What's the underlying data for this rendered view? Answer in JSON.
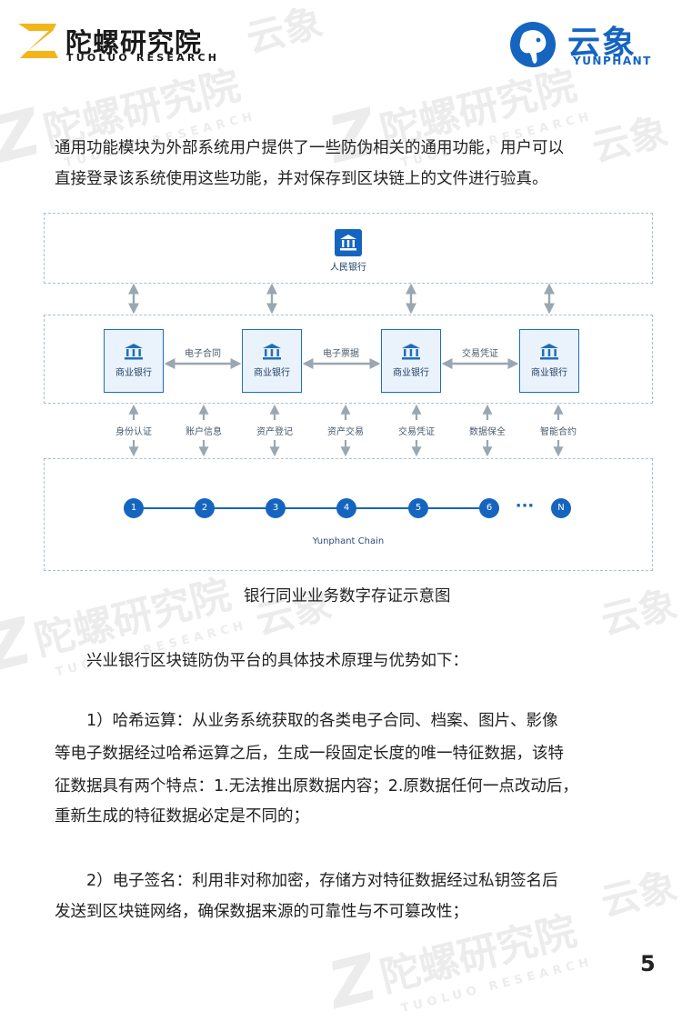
{
  "header": {
    "brand_cn": "陀螺研究院",
    "brand_en": "TUOLUO RESEARCH",
    "partner_cn": "云象",
    "partner_en": "YUNPHANT"
  },
  "watermark": {
    "cn": "陀螺研究院",
    "en": "TUOLUO RESEARCH",
    "partner": "云象"
  },
  "intro": [
    "通用功能模块为外部系统用户提供了一些防伪相关的通用功能，用户可以",
    "直接登录该系统使用这些功能，并对保存到区块链上的文件进行验真。"
  ],
  "diagram": {
    "top_label": "人民银行",
    "bank_label": "商业银行",
    "links": [
      "电子合同",
      "电子票据",
      "交易凭证"
    ],
    "services": [
      "身份认证",
      "账户信息",
      "资产登记",
      "资产交易",
      "交易凭证",
      "数据保全",
      "智能合约"
    ],
    "nodes": [
      "1",
      "2",
      "3",
      "4",
      "5",
      "6",
      "N"
    ],
    "ellipsis": "···",
    "chain_label": "Yunphant Chain"
  },
  "caption": "银行同业业务数字存证示意图",
  "lead": "兴业银行区块链防伪平台的具体技术原理与优势如下：",
  "point1": [
    "1）哈希运算：从业务系统获取的各类电子合同、档案、图片、影像",
    "等电子数据经过哈希运算之后，生成一段固定长度的唯一特征数据，该特",
    "征数据具有两个特点：1.无法推出原数据内容；2.原数据任何一点改动后，",
    "重新生成的特征数据必定是不同的；"
  ],
  "point2": [
    "2）电子签名：利用非对称加密，存储方对特征数据经过私钥签名后",
    "发送到区块链网络，确保数据来源的可靠性与不可篡改性；"
  ],
  "page_number": "5",
  "colors": {
    "accent": "#1565c0",
    "logo_yellow": "#f2b51a",
    "dashed": "#a8c0d6"
  }
}
